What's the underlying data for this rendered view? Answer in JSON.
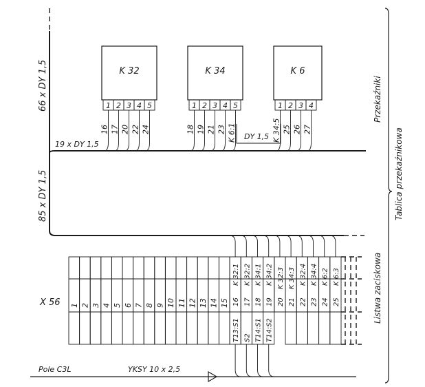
{
  "relays": [
    {
      "name": "K 32",
      "pins": [
        "1",
        "2",
        "3",
        "4",
        "5"
      ],
      "wires": [
        "16",
        "17",
        "20",
        "22",
        "24"
      ]
    },
    {
      "name": "K 34",
      "pins": [
        "1",
        "2",
        "3",
        "4",
        "5"
      ],
      "wires": [
        "18",
        "19",
        "21",
        "23",
        "K 6:1"
      ]
    },
    {
      "name": "K 6",
      "pins": [
        "1",
        "2",
        "3",
        "4"
      ],
      "wires": [
        "K 34:5",
        "25",
        "26",
        "27"
      ]
    }
  ],
  "labels": {
    "cable_top": "66 x DY 1,5",
    "cable_mid": "85 x DY 1,5",
    "cable_branch": "19 x DY 1,5",
    "jumper": "DY 1,5",
    "section_relays": "Przekaźniki",
    "section_board": "Tablica przekaźnikowa",
    "section_strip": "Listwa zaciskowa",
    "strip_id": "X 56",
    "field": "Pole C3L",
    "cable_bottom": "YKSY 10 x 2,5"
  },
  "terminals_plain": [
    "1",
    "2",
    "3",
    "4",
    "5",
    "6",
    "7",
    "8",
    "9",
    "10",
    "11",
    "12",
    "13",
    "14",
    "15"
  ],
  "terminals_top": [
    "K 32:1",
    "K 32:2",
    "K 34:1",
    "K 34:2",
    "K 32:3",
    "K 34:3",
    "K 32:4",
    "K 34:4",
    "K 6:2",
    "K 6:3"
  ],
  "terminals_mid": [
    "16",
    "17",
    "18",
    "19",
    "20",
    "21",
    "22",
    "23",
    "24",
    "25"
  ],
  "terminals_bottom": [
    "T13:S1",
    "S2",
    "T14:S1",
    "T14:S2"
  ]
}
